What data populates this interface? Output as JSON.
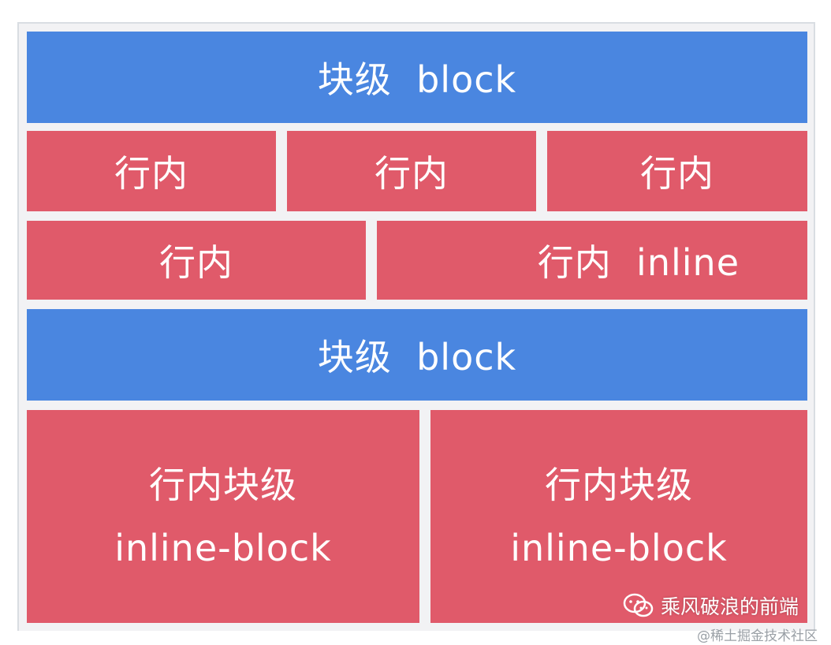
{
  "rows": {
    "block_top": {
      "label": "块级  block"
    },
    "inline_row1": [
      "行内",
      "行内",
      "行内"
    ],
    "inline_row2": {
      "left": "行内",
      "right": "行内  inline"
    },
    "block_middle": {
      "label": "块级  block"
    },
    "inline_block": [
      {
        "line1": "行内块级",
        "line2": "inline-block"
      },
      {
        "line1": "行内块级",
        "line2": "inline-block"
      }
    ]
  },
  "watermark": {
    "icon": "wechat-icon",
    "text": "乘风破浪的前端"
  },
  "site_mark": "@稀土掘金技术社区",
  "colors": {
    "block": "#4a86e0",
    "inline": "#e05a6a",
    "background": "#f2f2f4"
  }
}
